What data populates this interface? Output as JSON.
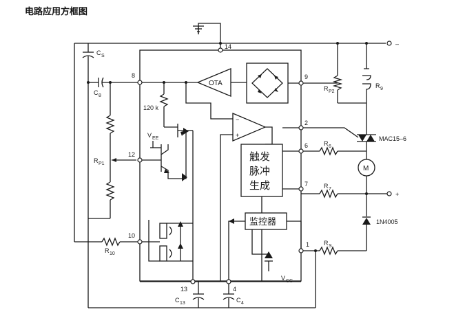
{
  "title": "电路应用方框图",
  "pins": {
    "p14": "14",
    "p8": "8",
    "p9": "9",
    "p2": "2",
    "p6": "6",
    "p12": "12",
    "p7": "7",
    "p10": "10",
    "p1": "1",
    "p13": "13",
    "p4": "4"
  },
  "components": {
    "cs": "C",
    "cs_sub": "S",
    "c8": "C",
    "c8_sub": "8",
    "rp1": "R",
    "rp1_sub": "P1",
    "r120k": "120 k",
    "vee": "V",
    "vee_sub": "EE",
    "r10": "R",
    "r10_sub": "10",
    "c13": "C",
    "c13_sub": "13",
    "c4": "C",
    "c4_sub": "4",
    "rp2": "R",
    "rp2_sub": "P2",
    "r9": "R",
    "r9_sub": "9",
    "r6": "R",
    "r6_sub": "6",
    "r7": "R",
    "r7_sub": "7",
    "rs": "R",
    "rs_sub": "S",
    "vcc": "V",
    "vcc_sub": "CC",
    "triac": "MAC15–6",
    "diode": "1N4005",
    "motor": "M",
    "minus": "–",
    "plus": "+"
  },
  "blocks": {
    "ota": "OTA",
    "op_minus": "−",
    "op_plus": "+",
    "trigger_l1": "触发",
    "trigger_l2": "脉冲",
    "trigger_l3": "生成",
    "monitor": "监控器"
  }
}
